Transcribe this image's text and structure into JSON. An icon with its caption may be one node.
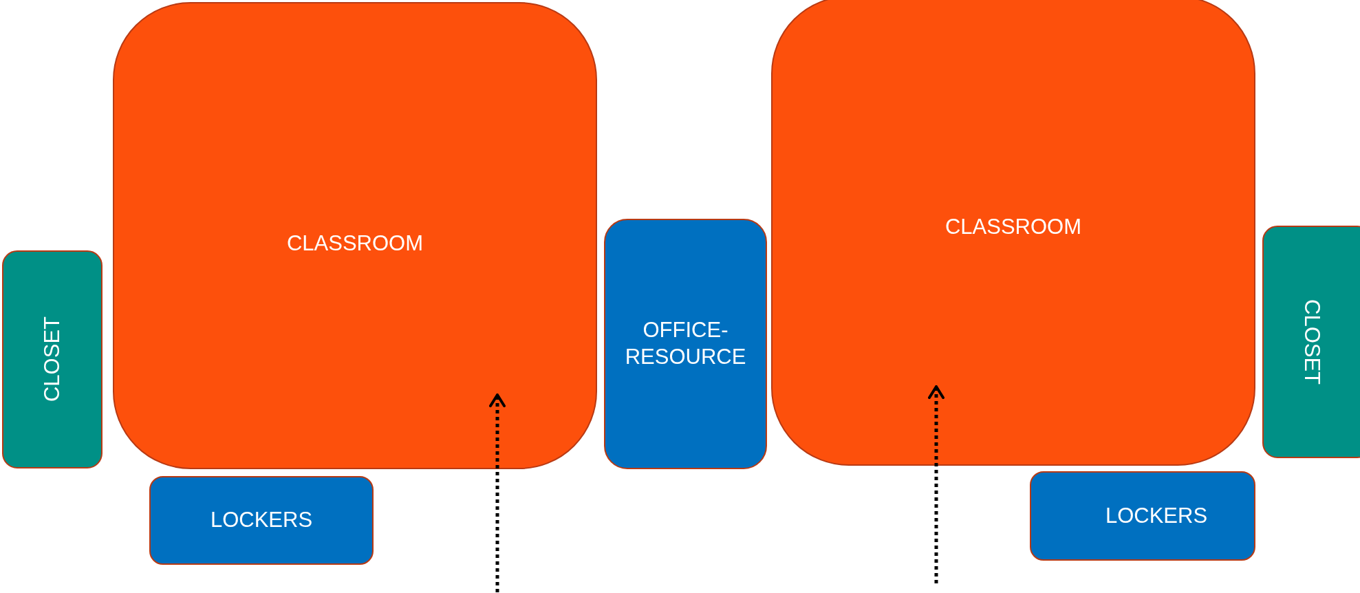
{
  "diagram": {
    "nodes": [
      {
        "text": [
          "CLASSROOM"
        ]
      },
      {
        "text": [
          "CLOSET"
        ]
      },
      {
        "text": [
          "LOCKERS"
        ]
      },
      {
        "text": [
          "OFFICE- RESOURCE"
        ]
      },
      {
        "text": [
          "CLASSROOM"
        ]
      },
      {
        "text": [
          "CLOSET"
        ]
      },
      {
        "text": [
          "LOCKERS"
        ]
      }
    ],
    "edges": [
      {
        "from": null,
        "to": 0,
        "arrow": "to",
        "style": "dashed"
      },
      {
        "from": null,
        "to": 4,
        "arrow": "to",
        "style": "dashed"
      }
    ]
  }
}
